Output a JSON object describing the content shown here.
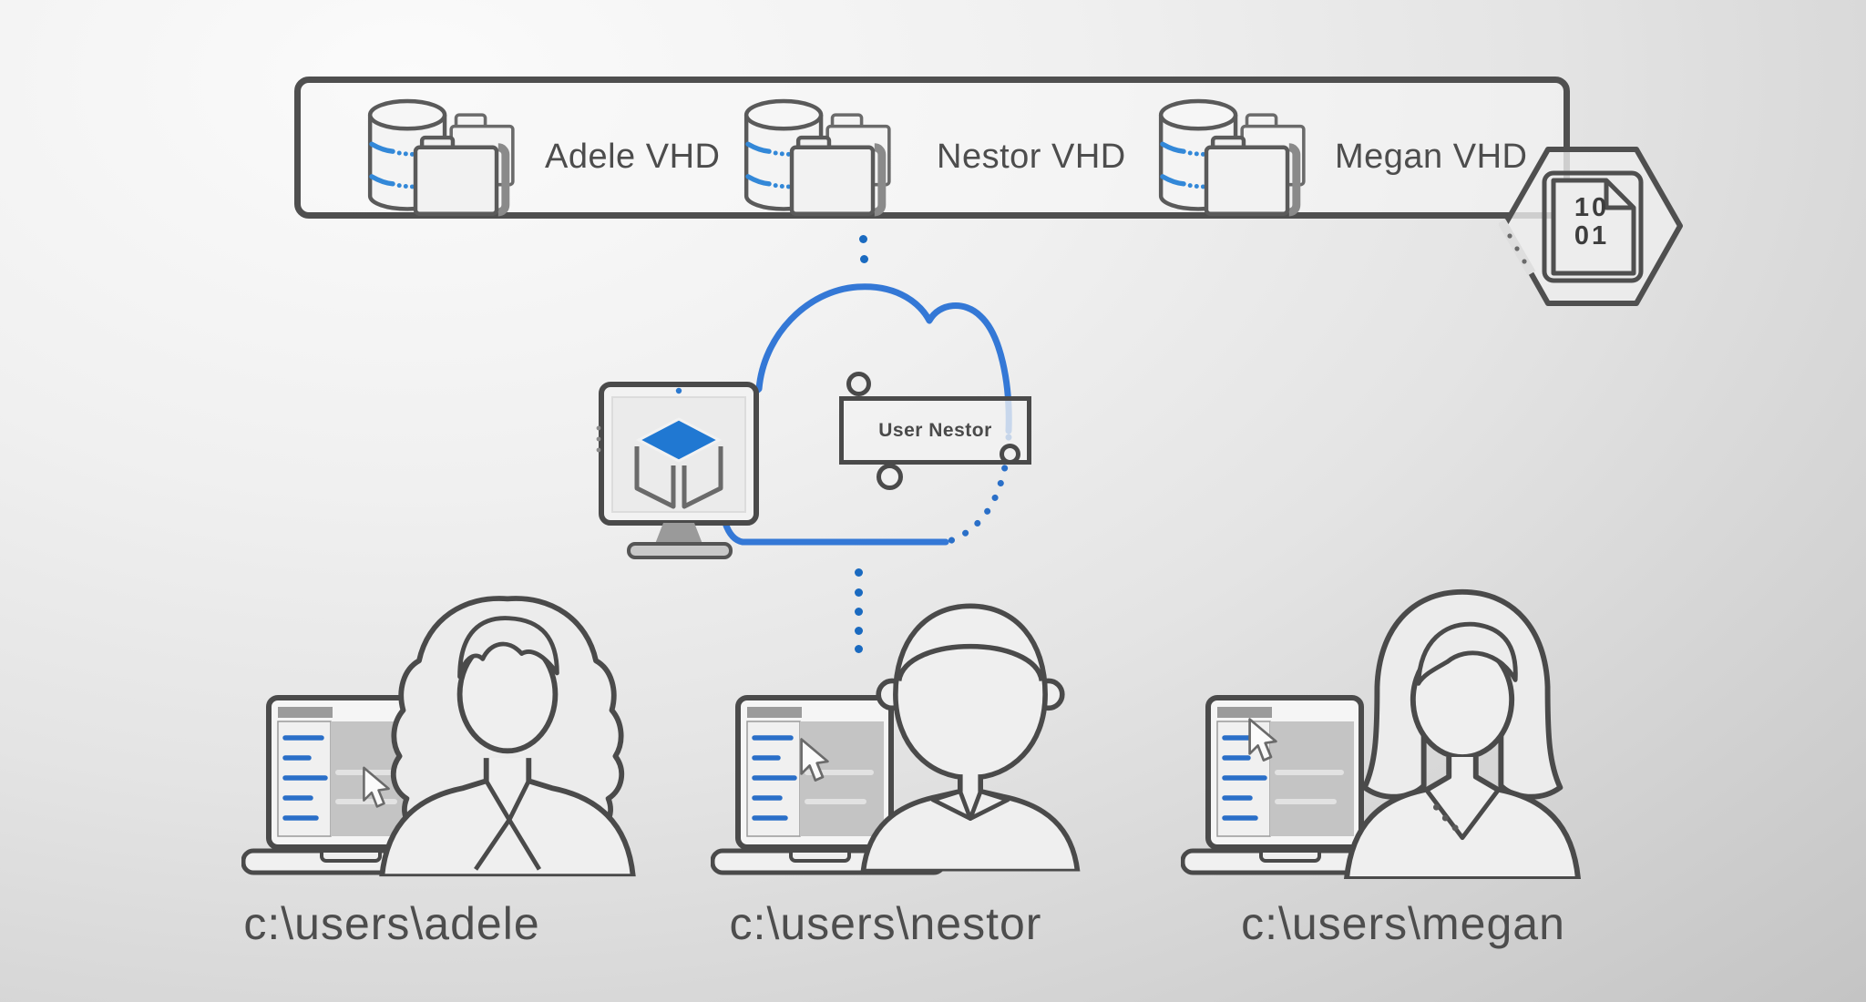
{
  "storage_box": {
    "items": [
      {
        "label": "Adele VHD"
      },
      {
        "label": "Nestor VHD"
      },
      {
        "label": "Megan VHD"
      }
    ]
  },
  "binary_badge": {
    "line1": "10",
    "line2": "01"
  },
  "cloud": {
    "session_label": "User Nestor"
  },
  "users": [
    {
      "name": "adele",
      "path": "c:\\users\\adele"
    },
    {
      "name": "nestor",
      "path": "c:\\users\\nestor"
    },
    {
      "name": "megan",
      "path": "c:\\users\\megan"
    }
  ],
  "icons": {
    "storage": "database-folder-icon",
    "binary": "binary-document-icon",
    "cloud": "cloud-icon",
    "vm": "vm-monitor-icon",
    "cube": "azure-cube-icon",
    "laptop": "laptop-window-icon",
    "cursor": "arrow-cursor-icon",
    "user": "person-icon"
  },
  "colors": {
    "cloud_blue": "#3478d6",
    "dot_blue": "#1a6ac0",
    "ui_blue": "#2a6fc8",
    "data_blue": "#3388d8",
    "outline_dark": "#4f4f4f",
    "text_gray": "#4d4d4d"
  }
}
